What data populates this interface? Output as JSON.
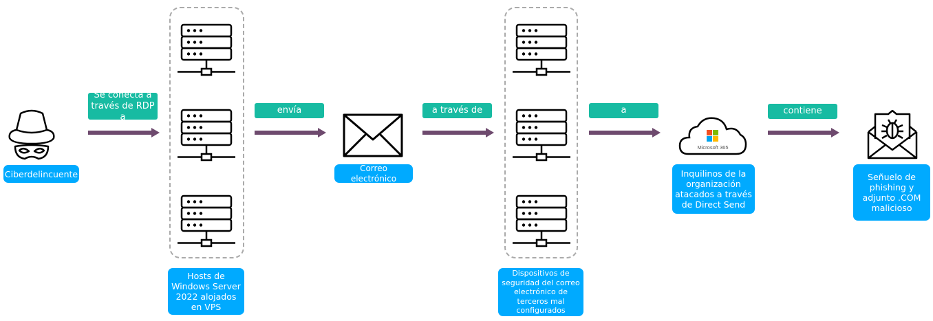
{
  "nodes": {
    "attacker": "Ciberdelincuente",
    "hosts": "Hosts de Windows Server 2022 alojados en VPS",
    "email": "Correo electrónico",
    "security_devices": "Dispositivos de seguridad del correo electrónico de terceros mal configurados",
    "tenants": "Inquilinos de la organización atacados a través de Direct Send",
    "lure": "Señuelo de phishing y adjunto .COM malicioso"
  },
  "edges": {
    "connects": "Se conecta a través de RDP a",
    "sends": "envía",
    "via": "a través de",
    "to": "a",
    "contains": "contiene"
  },
  "logo_text": "Microsoft 365",
  "colors": {
    "node": "#00AAFF",
    "edge_label": "#17BBA2",
    "arrow": "#6E4A6E"
  }
}
